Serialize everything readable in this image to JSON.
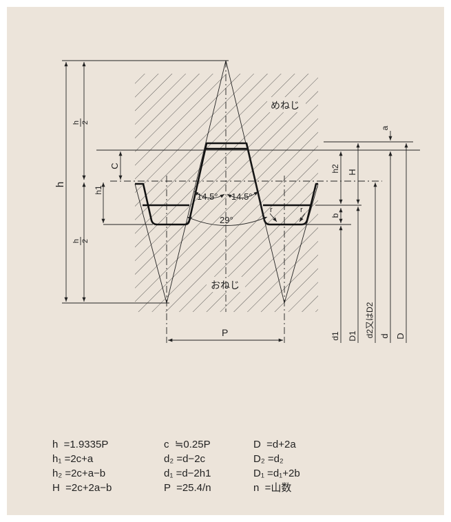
{
  "colors": {
    "background": "#ece4da",
    "line": "#222222",
    "hatch": "#333333",
    "profile": "#111111"
  },
  "diagram": {
    "female_label": "めねじ",
    "male_label": "おねじ",
    "pitch_label": "P",
    "angle_half_left": "14.5°",
    "angle_half_right": "14.5°",
    "angle_full": "29°",
    "dims": {
      "h": "h",
      "h_half_num": "h",
      "h_half_den": "2",
      "h_half_num2": "h",
      "h_half_den2": "2",
      "c": "C",
      "h1": "h1",
      "h2": "h2",
      "H": "H",
      "a": "a",
      "b": "b",
      "r_left": "r",
      "r_right": "r",
      "d1": "d1",
      "D1": "D1",
      "d2": "d2又はD2",
      "d": "d",
      "D": "D"
    }
  },
  "formulas": [
    [
      "h  =1.9335P",
      "c  ≒0.25P",
      "D  =d+2a"
    ],
    [
      "h₁ =2c+a",
      "d₂ =d−2c",
      "D₂ =d₂"
    ],
    [
      "h₂ =2c+a−b",
      "d₁ =d−2h1",
      "D₁ =d₁+2b"
    ],
    [
      "H  =2c+2a−b",
      "P  =25.4/n",
      "n  =山数"
    ]
  ]
}
